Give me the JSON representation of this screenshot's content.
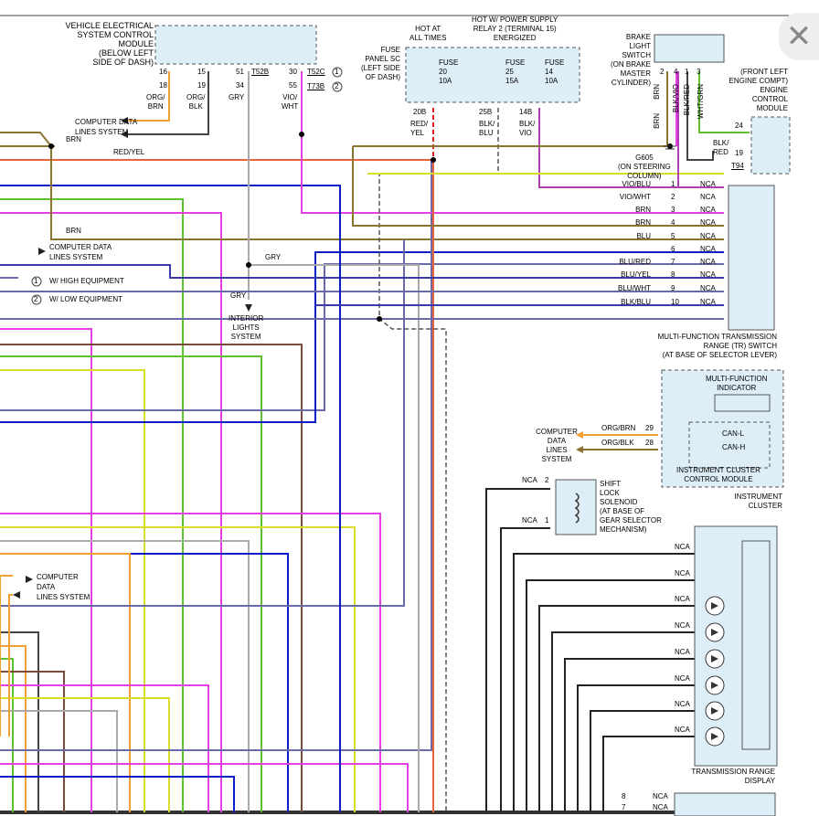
{
  "vecsm": {
    "title": "VEHICLE ELECTRICAL\nSYSTEM CONTROL\nMODULE\n(BELOW LEFT\nSIDE OF DASH)",
    "pins_top": [
      "16",
      "15",
      "51",
      "30"
    ],
    "pins_bot": [
      "18",
      "19",
      "34",
      "55"
    ],
    "conn1": "T52B",
    "conn2": "T52C",
    "conn3": "T73B",
    "mark1": "1",
    "mark2": "2",
    "w1": "ORG/\nBRN",
    "w2": "ORG/\nBLK",
    "w3": "GRY",
    "w4": "VIO/\nWHT"
  },
  "cdls": "COMPUTER DATA\nLINES SYSTEM",
  "brn": "BRN",
  "redyel": "RED/YEL",
  "gry": "GRY",
  "legend": {
    "m1": "1",
    "t1": "W/ HIGH EQUIPMENT",
    "m2": "2",
    "t2": "W/ LOW EQUIPMENT"
  },
  "interior": "INTERIOR\nLIGHTS\nSYSTEM",
  "fuse_panel": {
    "title": "FUSE\nPANEL SC\n(LEFT SIDE\nOF DASH)",
    "hot": "HOT AT\nALL TIMES",
    "relay": "HOT W/ POWER SUPPLY\nRELAY 2 (TERMINAL 15)\nENERGIZED",
    "f1": "FUSE\n20\n10A",
    "f2": "FUSE\n25\n15A",
    "f3": "FUSE\n14\n10A",
    "p1": "20B",
    "p2": "25B",
    "p3": "14B",
    "w1": "RED/\nYEL",
    "w2": "BLK/\nBLU",
    "w3": "BLK/\nVIO"
  },
  "brake": {
    "title": "BRAKE\nLIGHT\nSWITCH\n(ON BRAKE\nMASTER\nCYLINDER)",
    "pins": [
      "2",
      "4",
      "1",
      "3"
    ],
    "w": [
      "BRN",
      "BLK/VIO",
      "BLK/RED",
      "WHT/GRN"
    ],
    "ground": "G605\n(ON STEERING\nCOLUMN)"
  },
  "ecm": {
    "title": "(FRONT LEFT\nENGINE COMPT)\nENGINE\nCONTROL\nMODULE",
    "p1": "24",
    "p2": "19",
    "w": "BLK/\nRED",
    "conn": "T94"
  },
  "tr_switch": {
    "title": "MULTI-FUNCTION TRANSMISSION\nRANGE (TR) SWITCH\n(AT BASE OF SELECTOR LEVER)",
    "rows": [
      {
        "w": "VIO/BLU",
        "p": "1"
      },
      {
        "w": "VIO/WHT",
        "p": "2"
      },
      {
        "w": "BRN",
        "p": "3"
      },
      {
        "w": "BRN",
        "p": "4"
      },
      {
        "w": "BLU",
        "p": "5"
      },
      {
        "w": "",
        "p": "6"
      },
      {
        "w": "BLU/RED",
        "p": "7"
      },
      {
        "w": "BLU/YEL",
        "p": "8"
      },
      {
        "w": "BLU/WHT",
        "p": "9"
      },
      {
        "w": "BLK/BLU",
        "p": "10"
      }
    ],
    "nca": "NCA"
  },
  "cluster": {
    "mfi": "MULTI-FUNCTION\nINDICATOR",
    "canl": "CAN-L",
    "canh": "CAN-H",
    "ccm": "INSTRUMENT CLUSTER\nCONTROL MODULE",
    "title": "INSTRUMENT\nCLUSTER",
    "w1": "ORG/BRN",
    "p1": "29",
    "w2": "ORG/BLK",
    "p2": "28"
  },
  "shift": {
    "title": "SHIFT\nLOCK\nSOLENOID\n(AT BASE OF\nGEAR SELECTOR\nMECHANISM)",
    "p1": "2",
    "p2": "1"
  },
  "trd": {
    "title": "TRANSMISSION RANGE\nDISPLAY",
    "p1": "8",
    "p2": "7"
  }
}
